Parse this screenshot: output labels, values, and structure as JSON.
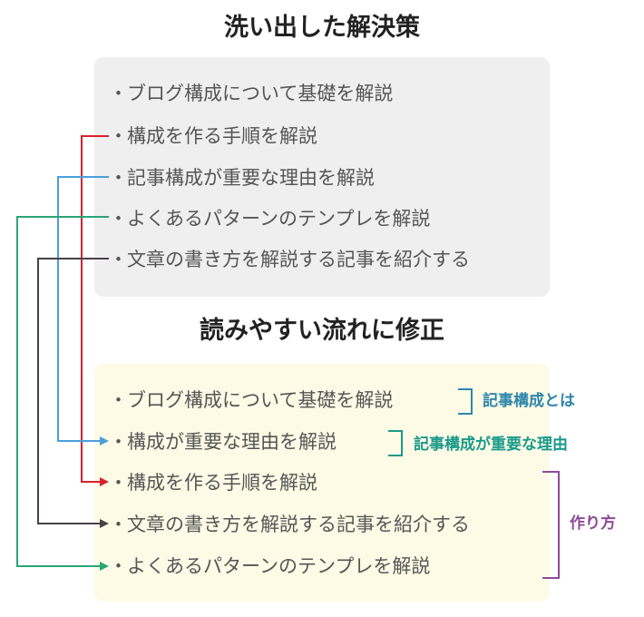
{
  "headings": {
    "top": "洗い出した解決策",
    "bottom": "読みやすい流れに修正"
  },
  "bullet": "・",
  "original_items": [
    "ブログ構成について基礎を解説",
    "構成を作る手順を解説",
    "記事構成が重要な理由を解説",
    "よくあるパターンのテンプレを解説",
    "文章の書き方を解説する記事を紹介する"
  ],
  "revised_items": [
    "ブログ構成について基礎を解説",
    "構成が重要な理由を解説",
    "構成を作る手順を解説",
    "文章の書き方を解説する記事を紹介する",
    "よくあるパターンのテンプレを解説"
  ],
  "tags": {
    "first": "記事構成とは",
    "second": "記事構成が重要な理由",
    "third": "作り方"
  },
  "colors": {
    "red": "#d7212e",
    "blue": "#4a9fdc",
    "green": "#2aa676",
    "dark": "#4a4048",
    "purple": "#8c4a96",
    "tag_blue": "#2e86ab",
    "tag_teal": "#1a9a8a"
  }
}
